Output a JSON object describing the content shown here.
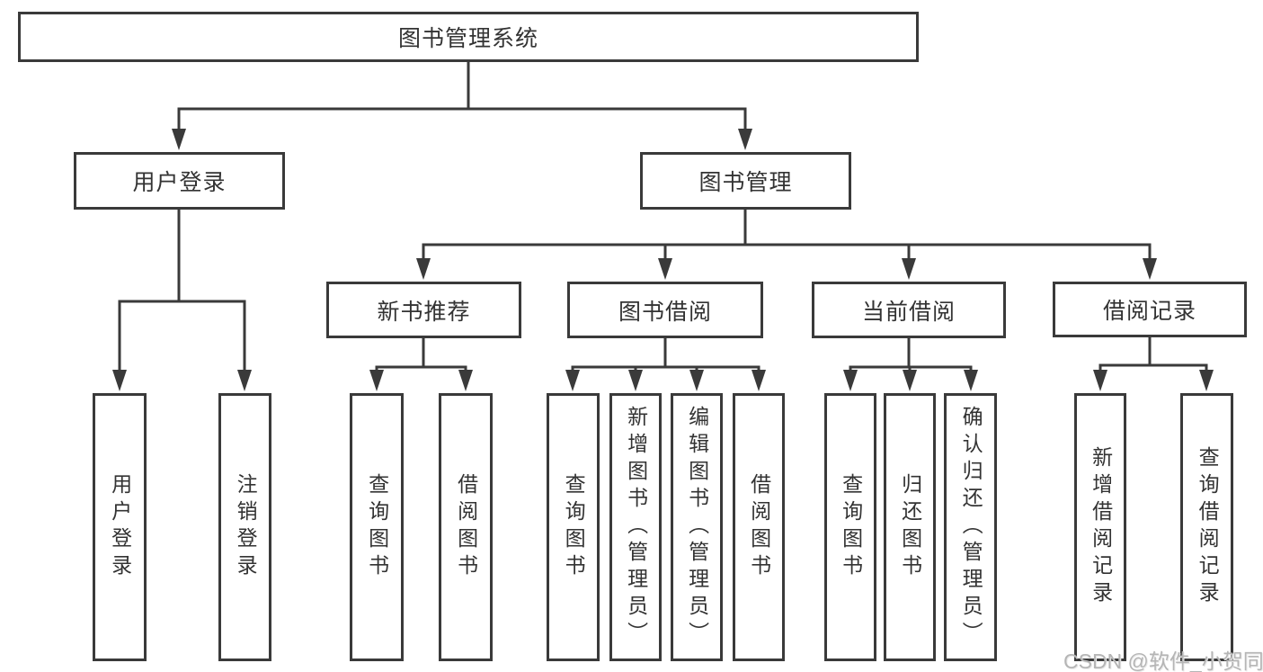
{
  "watermark": "CSDN @软件_小贺同学",
  "colors": {
    "line": "#3a3a3a",
    "box_border": "#3a3a3a",
    "box_fill": "#ffffff",
    "text": "#333333",
    "watermark": "#b5b5b5",
    "background": "#ffffff"
  },
  "diagram": {
    "type": "hierarchy-tree",
    "root": {
      "label": "图书管理系统",
      "children": [
        {
          "label": "用户登录",
          "children": [
            {
              "label": "用户登录"
            },
            {
              "label": "注销登录"
            }
          ]
        },
        {
          "label": "图书管理",
          "children": [
            {
              "label": "新书推荐",
              "children": [
                {
                  "label": "查询图书"
                },
                {
                  "label": "借阅图书"
                }
              ]
            },
            {
              "label": "图书借阅",
              "children": [
                {
                  "label": "查询图书"
                },
                {
                  "label": "新增图书（管理员）"
                },
                {
                  "label": "编辑图书（管理员）"
                },
                {
                  "label": "借阅图书"
                }
              ]
            },
            {
              "label": "当前借阅",
              "children": [
                {
                  "label": "查询图书"
                },
                {
                  "label": "归还图书"
                },
                {
                  "label": "确认归还（管理员）"
                }
              ]
            },
            {
              "label": "借阅记录",
              "children": [
                {
                  "label": "新增借阅记录"
                },
                {
                  "label": "查询借阅记录"
                }
              ]
            }
          ]
        }
      ]
    }
  }
}
